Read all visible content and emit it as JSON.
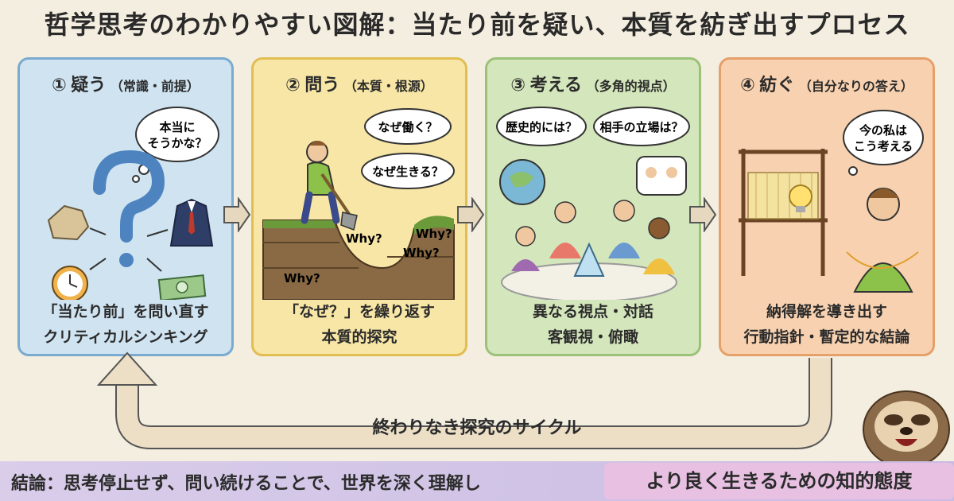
{
  "title": "哲学思考のわかりやすい図解：当たり前を疑い、本質を紡ぎ出すプロセス",
  "steps": [
    {
      "num": "①",
      "name": "疑う",
      "sub": "（常識・前提）",
      "bubble": [
        "本当に",
        "そうかな？"
      ],
      "caption": [
        "「当たり前」を問い直す",
        "クリティカルシンキング"
      ],
      "color": "#cfe3f1"
    },
    {
      "num": "②",
      "name": "問う",
      "sub": "（本質・根源）",
      "bubbles": [
        "なぜ働く？",
        "なぜ生きる？"
      ],
      "why": [
        "Why?",
        "Why?",
        "Why?",
        "Why?"
      ],
      "caption": [
        "「なぜ？」を繰り返す",
        "本質的探究"
      ],
      "color": "#f7e6a6"
    },
    {
      "num": "③",
      "name": "考える",
      "sub": "（多角的視点）",
      "bubbles": [
        "歴史的には？",
        "相手の立場は？"
      ],
      "caption": [
        "異なる視点・対話",
        "客観視・俯瞰"
      ],
      "color": "#d4e6bb"
    },
    {
      "num": "④",
      "name": "紡ぐ",
      "sub": "（自分なりの答え）",
      "bubble": [
        "今の私は",
        "こう考える"
      ],
      "caption": [
        "納得解を導き出す",
        "行動指針・暫定的な結論"
      ],
      "color": "#f8d2b0"
    }
  ],
  "cycle_label": "終わりなき探究のサイクル",
  "conclusion": {
    "text": "結論：思考停止せず、問い続けることで、世界を深く理解し",
    "tag": "より良く生きるための知的態度"
  }
}
